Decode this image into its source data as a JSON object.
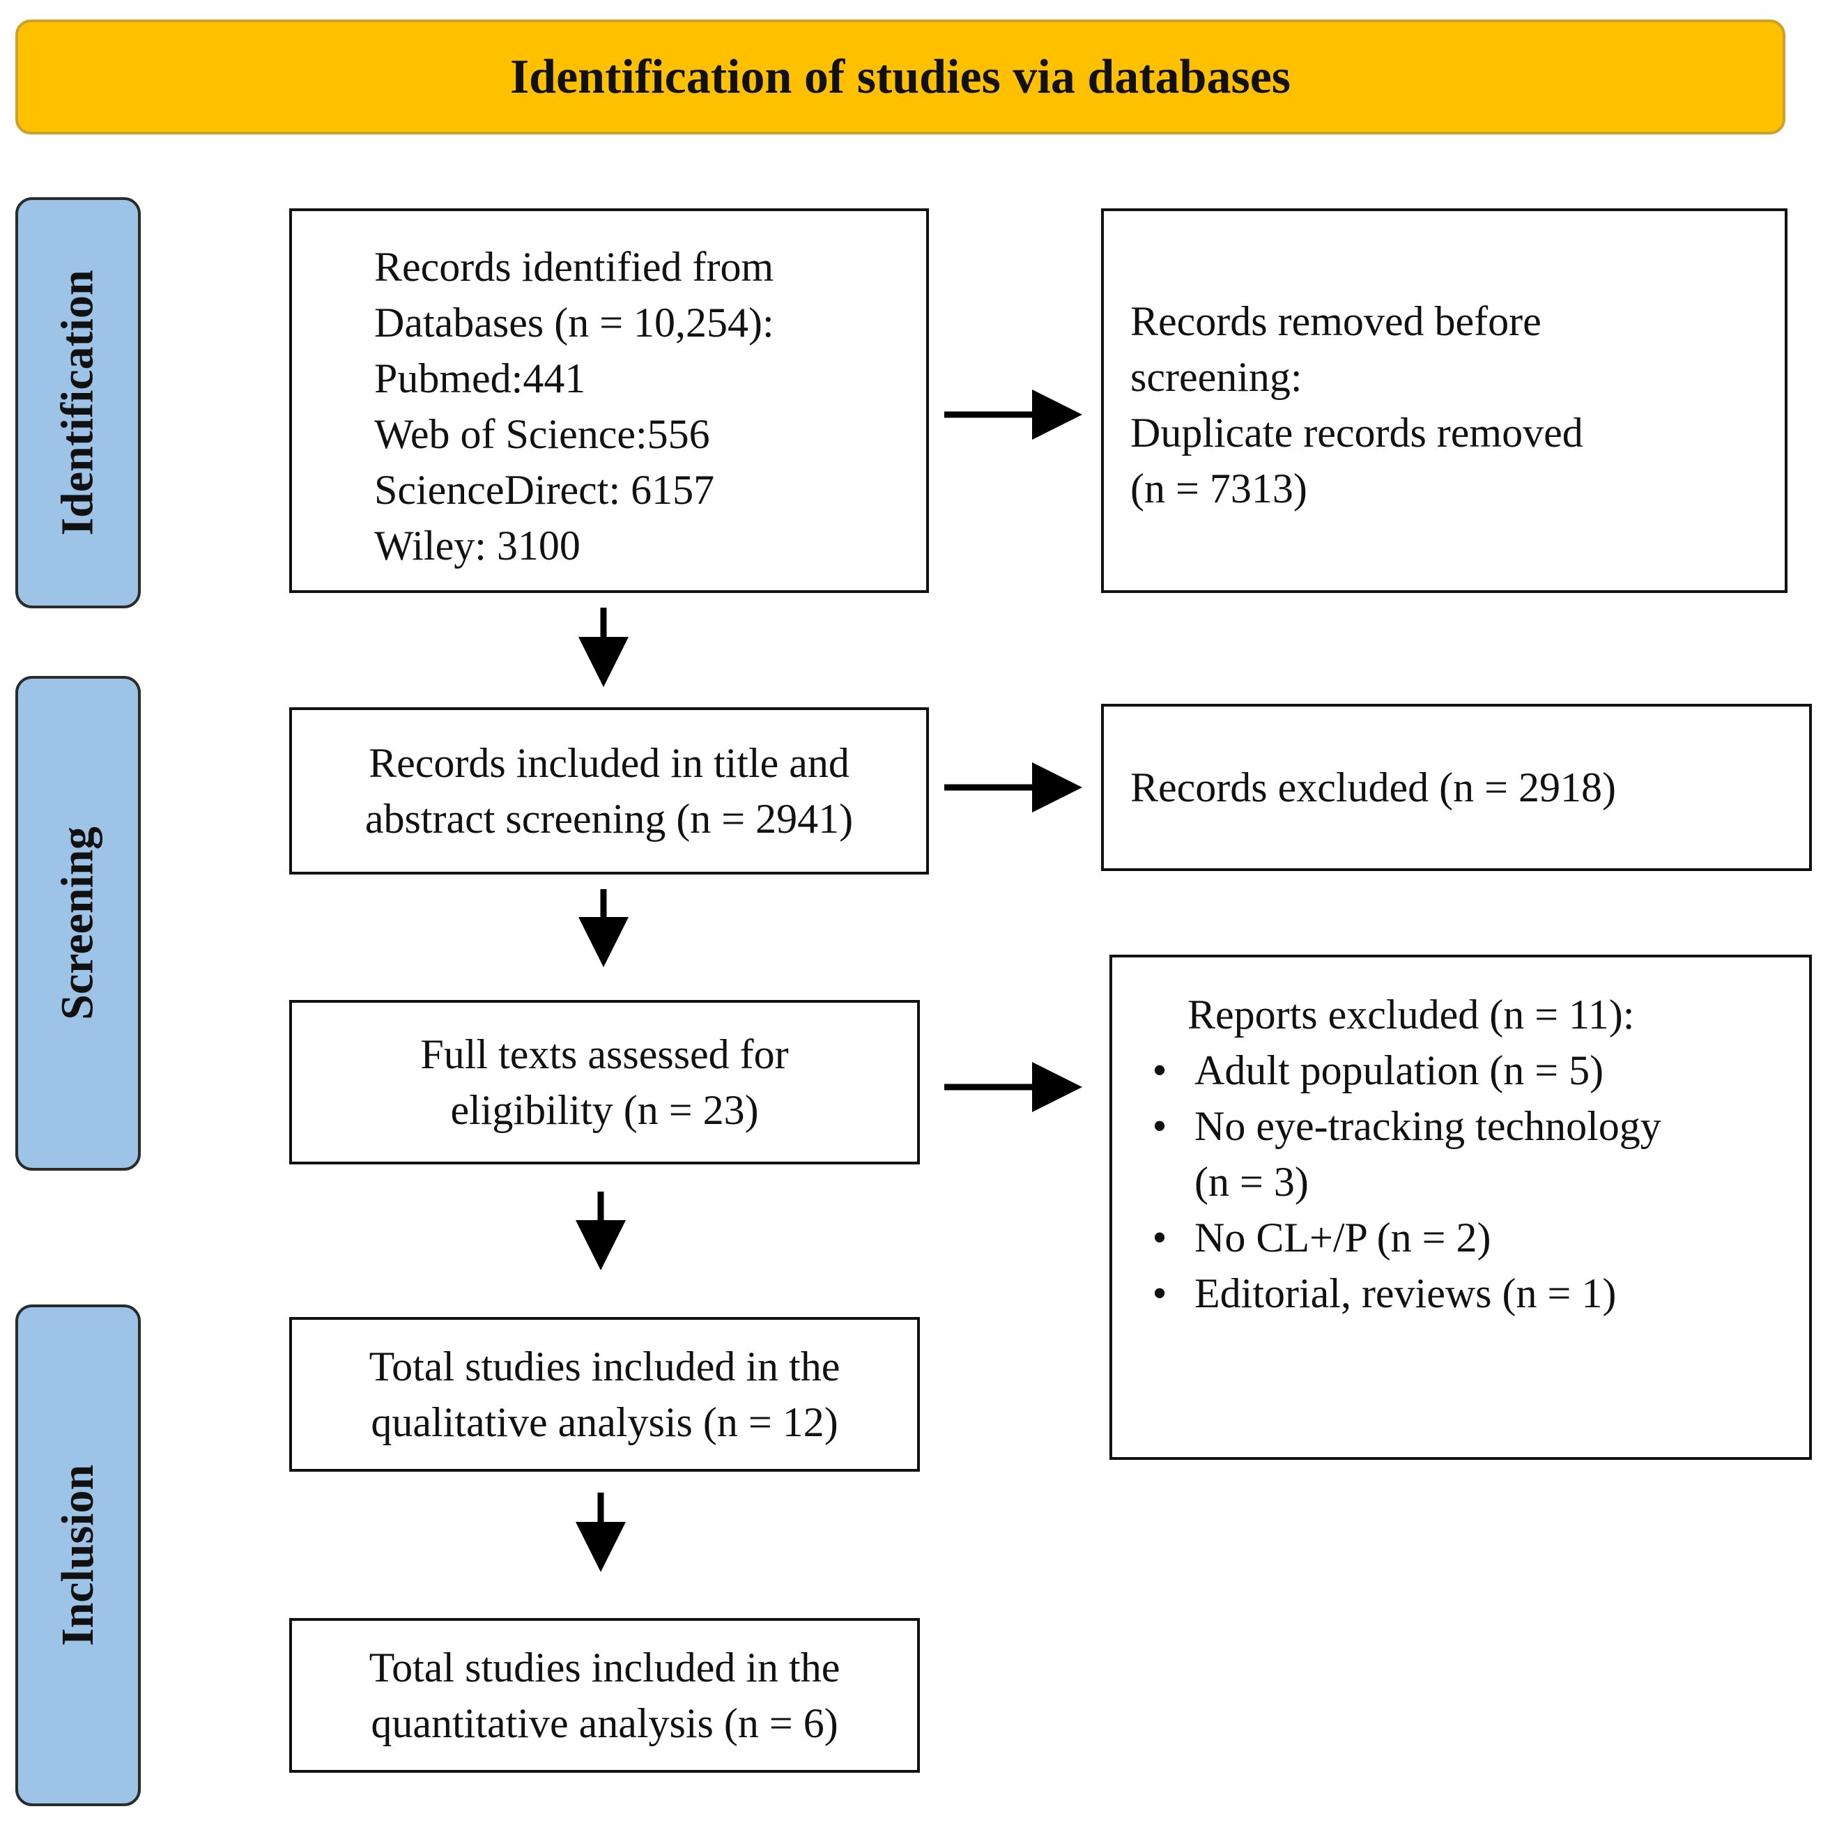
{
  "colors": {
    "header_fill": "#ffc000",
    "phase_fill": "#9dc3e6",
    "box_border": "#111111",
    "arrow": "#000000"
  },
  "header": {
    "title": "Identification of studies via databases"
  },
  "phases": {
    "identification": "Identification",
    "screening": "Screening",
    "inclusion": "Inclusion"
  },
  "boxes": {
    "records_identified": [
      "Records identified from",
      "Databases (n = 10,254):",
      "Pubmed:441",
      "Web of Science:556",
      "ScienceDirect: 6157",
      "Wiley: 3100"
    ],
    "records_removed": [
      "Records removed before",
      "screening:",
      "Duplicate records removed",
      "(n = 7313)"
    ],
    "screening_included": [
      "Records included in title and",
      "abstract screening (n = 2941)"
    ],
    "records_excluded": "Records excluded (n = 2918)",
    "full_texts": [
      "Full texts assessed for",
      "eligibility (n = 23)"
    ],
    "reports_excluded": {
      "title": "Reports excluded (n = 11):",
      "bullet": "•",
      "items": [
        [
          "Adult population (n = 5)"
        ],
        [
          "No eye-tracking technology",
          "(n = 3)"
        ],
        [
          "No CL+/P (n = 2)"
        ],
        [
          "Editorial, reviews (n = 1)"
        ]
      ]
    },
    "qualitative": [
      "Total studies included in the",
      "qualitative analysis (n = 12)"
    ],
    "quantitative": [
      "Total studies included in the",
      "quantitative analysis (n = 6)"
    ]
  }
}
